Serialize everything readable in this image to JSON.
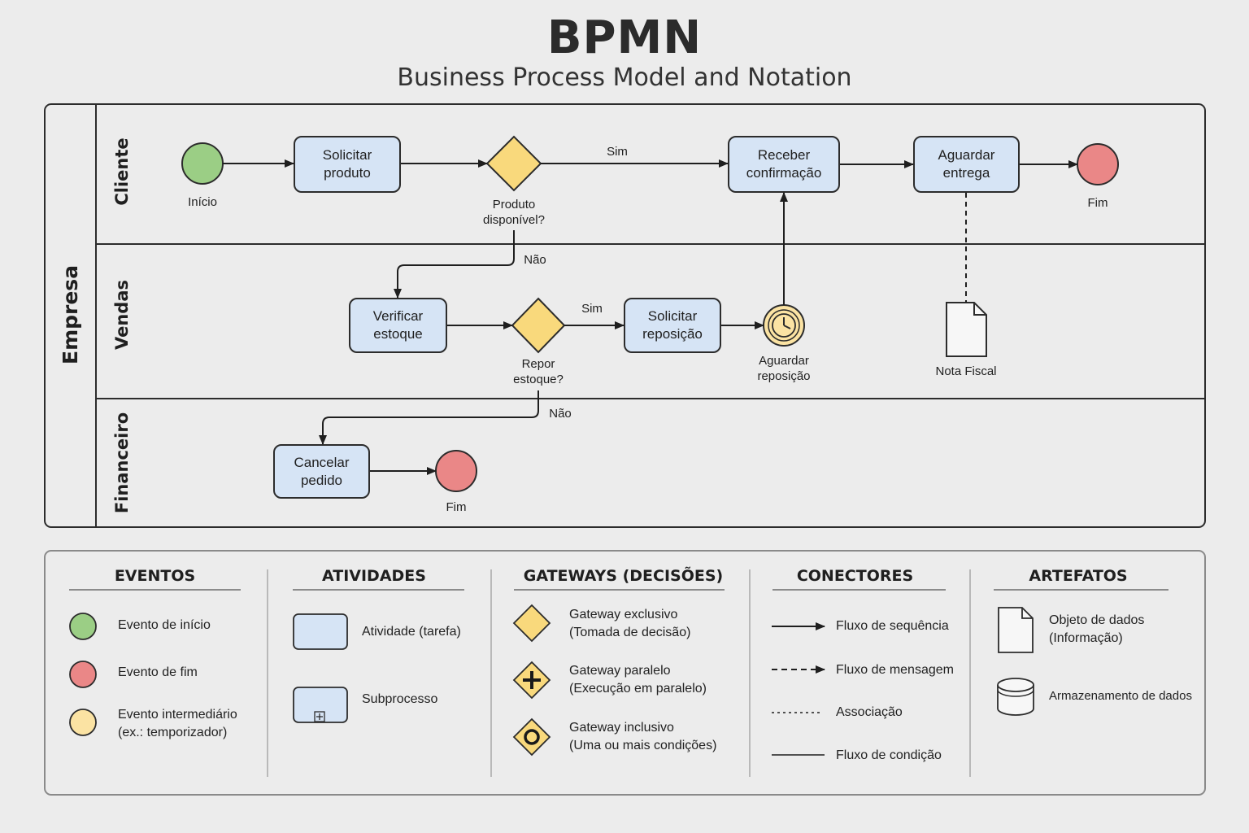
{
  "header": {
    "title": "BPMN",
    "subtitle": "Business Process Model and Notation"
  },
  "pool": {
    "label": "Empresa",
    "lanes": [
      "Cliente",
      "Vendas",
      "Financeiro"
    ]
  },
  "nodes": {
    "start_label": "Início",
    "task_solicitar_produto": "Solicitar\nproduto",
    "gateway_produto": "Produto\ndisponível?",
    "edge_sim_1": "Sim",
    "task_receber": "Receber\nconfirmação",
    "task_aguardar_entrega": "Aguardar\nentrega",
    "end_label_1": "Fim",
    "edge_nao_1": "Não",
    "task_verificar": "Verificar\nestoque",
    "gateway_repor": "Repor\nestoque?",
    "edge_sim_2": "Sim",
    "task_solicitar_reposicao": "Solicitar\nreposição",
    "timer_label": "Aguardar\nreposição",
    "data_object_label": "Nota Fiscal",
    "edge_nao_2": "Não",
    "task_cancelar": "Cancelar\npedido",
    "end_label_2": "Fim"
  },
  "legend": {
    "eventos": {
      "title": "EVENTOS",
      "items": [
        "Evento de início",
        "Evento de fim",
        "Evento intermediário\n(ex.: temporizador)"
      ]
    },
    "atividades": {
      "title": "ATIVIDADES",
      "items": [
        "Atividade (tarefa)",
        "Subprocesso"
      ]
    },
    "gateways": {
      "title": "GATEWAYS (DECISÕES)",
      "items": [
        "Gateway exclusivo\n(Tomada de decisão)",
        "Gateway paralelo\n(Execução em paralelo)",
        "Gateway inclusivo\n(Uma ou mais condições)"
      ]
    },
    "conectores": {
      "title": "CONECTORES",
      "items": [
        "Fluxo de sequência",
        "Fluxo de mensagem",
        "Associação",
        "Fluxo de condição"
      ]
    },
    "artefatos": {
      "title": "ARTEFATOS",
      "items": [
        "Objeto de dados\n(Informação)",
        "Armazenamento de dados"
      ]
    }
  },
  "colors": {
    "start": "#9bce85",
    "end": "#ea8787",
    "intermediate": "#fbe3a3",
    "task": "#d6e4f5",
    "gateway": "#f9d97c",
    "stroke": "#2c2c2c"
  }
}
